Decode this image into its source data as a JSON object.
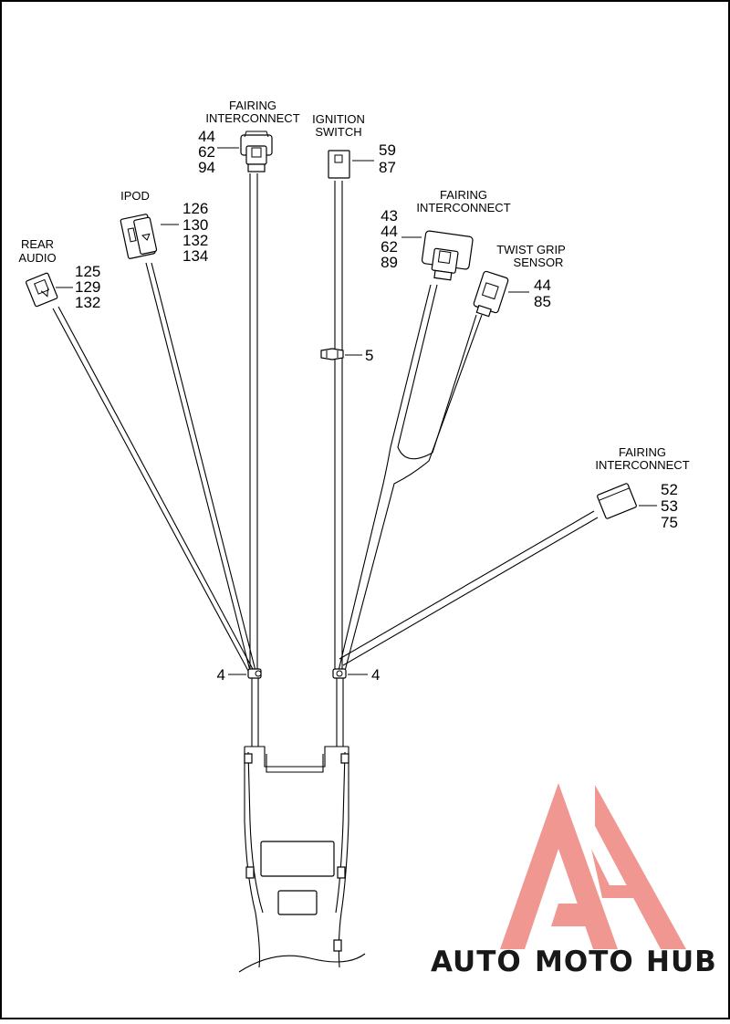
{
  "diagram": {
    "callouts": [
      {
        "id": "fairing-top",
        "label": [
          "FAIRING",
          "INTERCONNECT"
        ],
        "numbers": [
          "44",
          "62",
          "94"
        ]
      },
      {
        "id": "ignition",
        "label": [
          "IGNITION",
          "SWITCH"
        ],
        "numbers": [
          "59",
          "87"
        ]
      },
      {
        "id": "ipod",
        "label": [
          "IPOD"
        ],
        "numbers": [
          "126",
          "130",
          "132",
          "134"
        ]
      },
      {
        "id": "rear-audio",
        "label": [
          "REAR",
          "AUDIO"
        ],
        "numbers": [
          "125",
          "129",
          "132"
        ]
      },
      {
        "id": "fairing-mid",
        "label": [
          "FAIRING",
          "INTERCONNECT"
        ],
        "numbers": [
          "43",
          "44",
          "62",
          "89"
        ]
      },
      {
        "id": "twist-grip",
        "label": [
          "TWIST GRIP",
          "SENSOR"
        ],
        "numbers": [
          "44",
          "85"
        ]
      },
      {
        "id": "fairing-right",
        "label": [
          "FAIRING",
          "INTERCONNECT"
        ],
        "numbers": [
          "52",
          "53",
          "75"
        ]
      },
      {
        "id": "clip",
        "label": [],
        "numbers": [
          "5"
        ]
      },
      {
        "id": "tie-left",
        "label": [],
        "numbers": [
          "4"
        ]
      },
      {
        "id": "tie-right",
        "label": [],
        "numbers": [
          "4"
        ]
      }
    ]
  },
  "watermark": {
    "part1": "AUTO",
    "part2": "MOTO",
    "part3": "HUB",
    "colors": {
      "auto": "#f4c27a",
      "moto": "#ef8c86",
      "hub": "#9a9a9a",
      "triangle": "#ef8c86"
    }
  }
}
